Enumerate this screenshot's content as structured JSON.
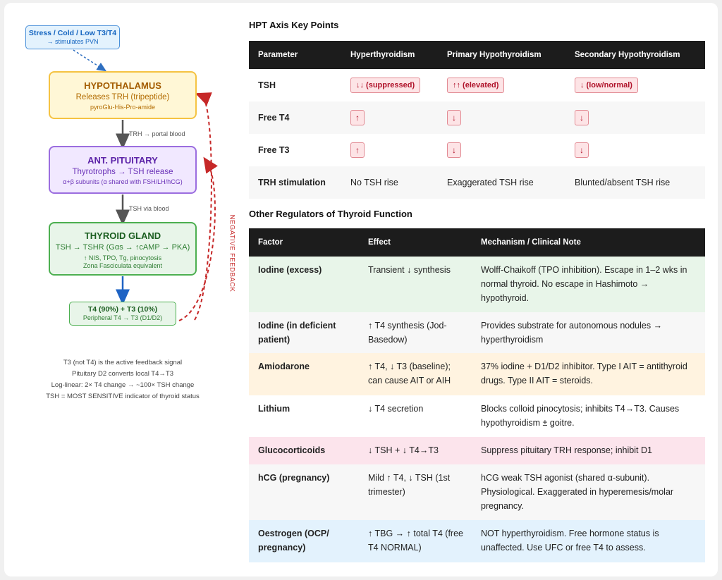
{
  "diagram": {
    "stress": {
      "title": "Stress / Cold / Low T3/T4",
      "sub": "→ stimulates PVN"
    },
    "hypothalamus": {
      "title": "HYPOTHALAMUS",
      "sub": "Releases TRH (tripeptide)",
      "small": "pyroGlu-His-Pro-amide"
    },
    "trh_label": "TRH → portal blood",
    "pituitary": {
      "title": "ANT. PITUITARY",
      "sub": "Thyrotrophs → TSH release",
      "small": "α+β subunits (α shared with FSH/LH/hCG)"
    },
    "tsh_label": "TSH via blood",
    "thyroid": {
      "title": "THYROID GLAND",
      "sub": "TSH → TSHR (Gαs → ↑cAMP → PKA)",
      "small": "↑ NIS, TPO, Tg, pinocytosis",
      "small2": "Zona Fasciculata equivalent"
    },
    "output": {
      "title": "T4 (90%) + T3 (10%)",
      "small": "Peripheral T4 → T3 (D1/D2)"
    },
    "feedback_label": "NEGATIVE FEEDBACK",
    "notes": [
      "T3 (not T4) is the active feedback signal",
      "Pituitary D2 converts local T4→T3",
      "Log-linear: 2× T4 change → ~100× TSH change",
      "TSH = MOST SENSITIVE indicator of thyroid status"
    ],
    "colors": {
      "stress": "#4a90d9",
      "hypothalamus": "#f5c342",
      "pituitary": "#9b6ddf",
      "thyroid": "#4caf50",
      "feedback": "#c62828"
    }
  },
  "hpt": {
    "title": "HPT Axis Key Points",
    "headers": [
      "Parameter",
      "Hyperthyroidism",
      "Primary Hypothyroidism",
      "Secondary Hypothyroidism"
    ],
    "rows": [
      {
        "param": "TSH",
        "hyper": "↓↓ (suppressed)",
        "primary": "↑↑ (elevated)",
        "secondary": "↓ (low/normal)"
      },
      {
        "param": "Free T4",
        "hyper": "↑",
        "primary": "↓",
        "secondary": "↓"
      },
      {
        "param": "Free T3",
        "hyper": "↑",
        "primary": "↓",
        "secondary": "↓"
      },
      {
        "param": "TRH stimulation",
        "hyper": "No TSH rise",
        "primary": "Exaggerated TSH rise",
        "secondary": "Blunted/absent TSH rise"
      }
    ]
  },
  "regulators": {
    "title": "Other Regulators of Thyroid Function",
    "headers": [
      "Factor",
      "Effect",
      "Mechanism / Clinical Note"
    ],
    "rows": [
      {
        "factor": "Iodine (excess)",
        "effect": "Transient ↓ synthesis",
        "note": "Wolff-Chaikoff (TPO inhibition). Escape in 1–2 wks in normal thyroid. No escape in Hashimoto → hypothyroid.",
        "color": "#e8f5e9"
      },
      {
        "factor": "Iodine (in deficient patient)",
        "effect": "↑ T4 synthesis (Jod-Basedow)",
        "note": "Provides substrate for autonomous nodules → hyperthyroidism",
        "color": "#f7f7f7"
      },
      {
        "factor": "Amiodarone",
        "effect": "↑ T4, ↓ T3 (baseline); can cause AIT or AIH",
        "note": "37% iodine + D1/D2 inhibitor. Type I AIT = antithyroid drugs. Type II AIT = steroids.",
        "color": "#fff3e0"
      },
      {
        "factor": "Lithium",
        "effect": "↓ T4 secretion",
        "note": "Blocks colloid pinocytosis; inhibits T4→T3. Causes hypothyroidism ± goitre.",
        "color": "#ffffff"
      },
      {
        "factor": "Glucocorticoids",
        "effect": "↓ TSH + ↓ T4→T3",
        "note": "Suppress pituitary TRH response; inhibit D1",
        "color": "#fce4ec"
      },
      {
        "factor": "hCG (pregnancy)",
        "effect": "Mild ↑ T4, ↓ TSH (1st trimester)",
        "note": "hCG weak TSH agonist (shared α-subunit). Physiological. Exaggerated in hyperemesis/molar pregnancy.",
        "color": "#f7f7f7"
      },
      {
        "factor": "Oestrogen (OCP/ pregnancy)",
        "effect": "↑ TBG → ↑ total T4 (free T4 NORMAL)",
        "note": "NOT hyperthyroidism. Free hormone status is unaffected. Use UFC or free T4 to assess.",
        "color": "#e3f2fd"
      }
    ]
  }
}
